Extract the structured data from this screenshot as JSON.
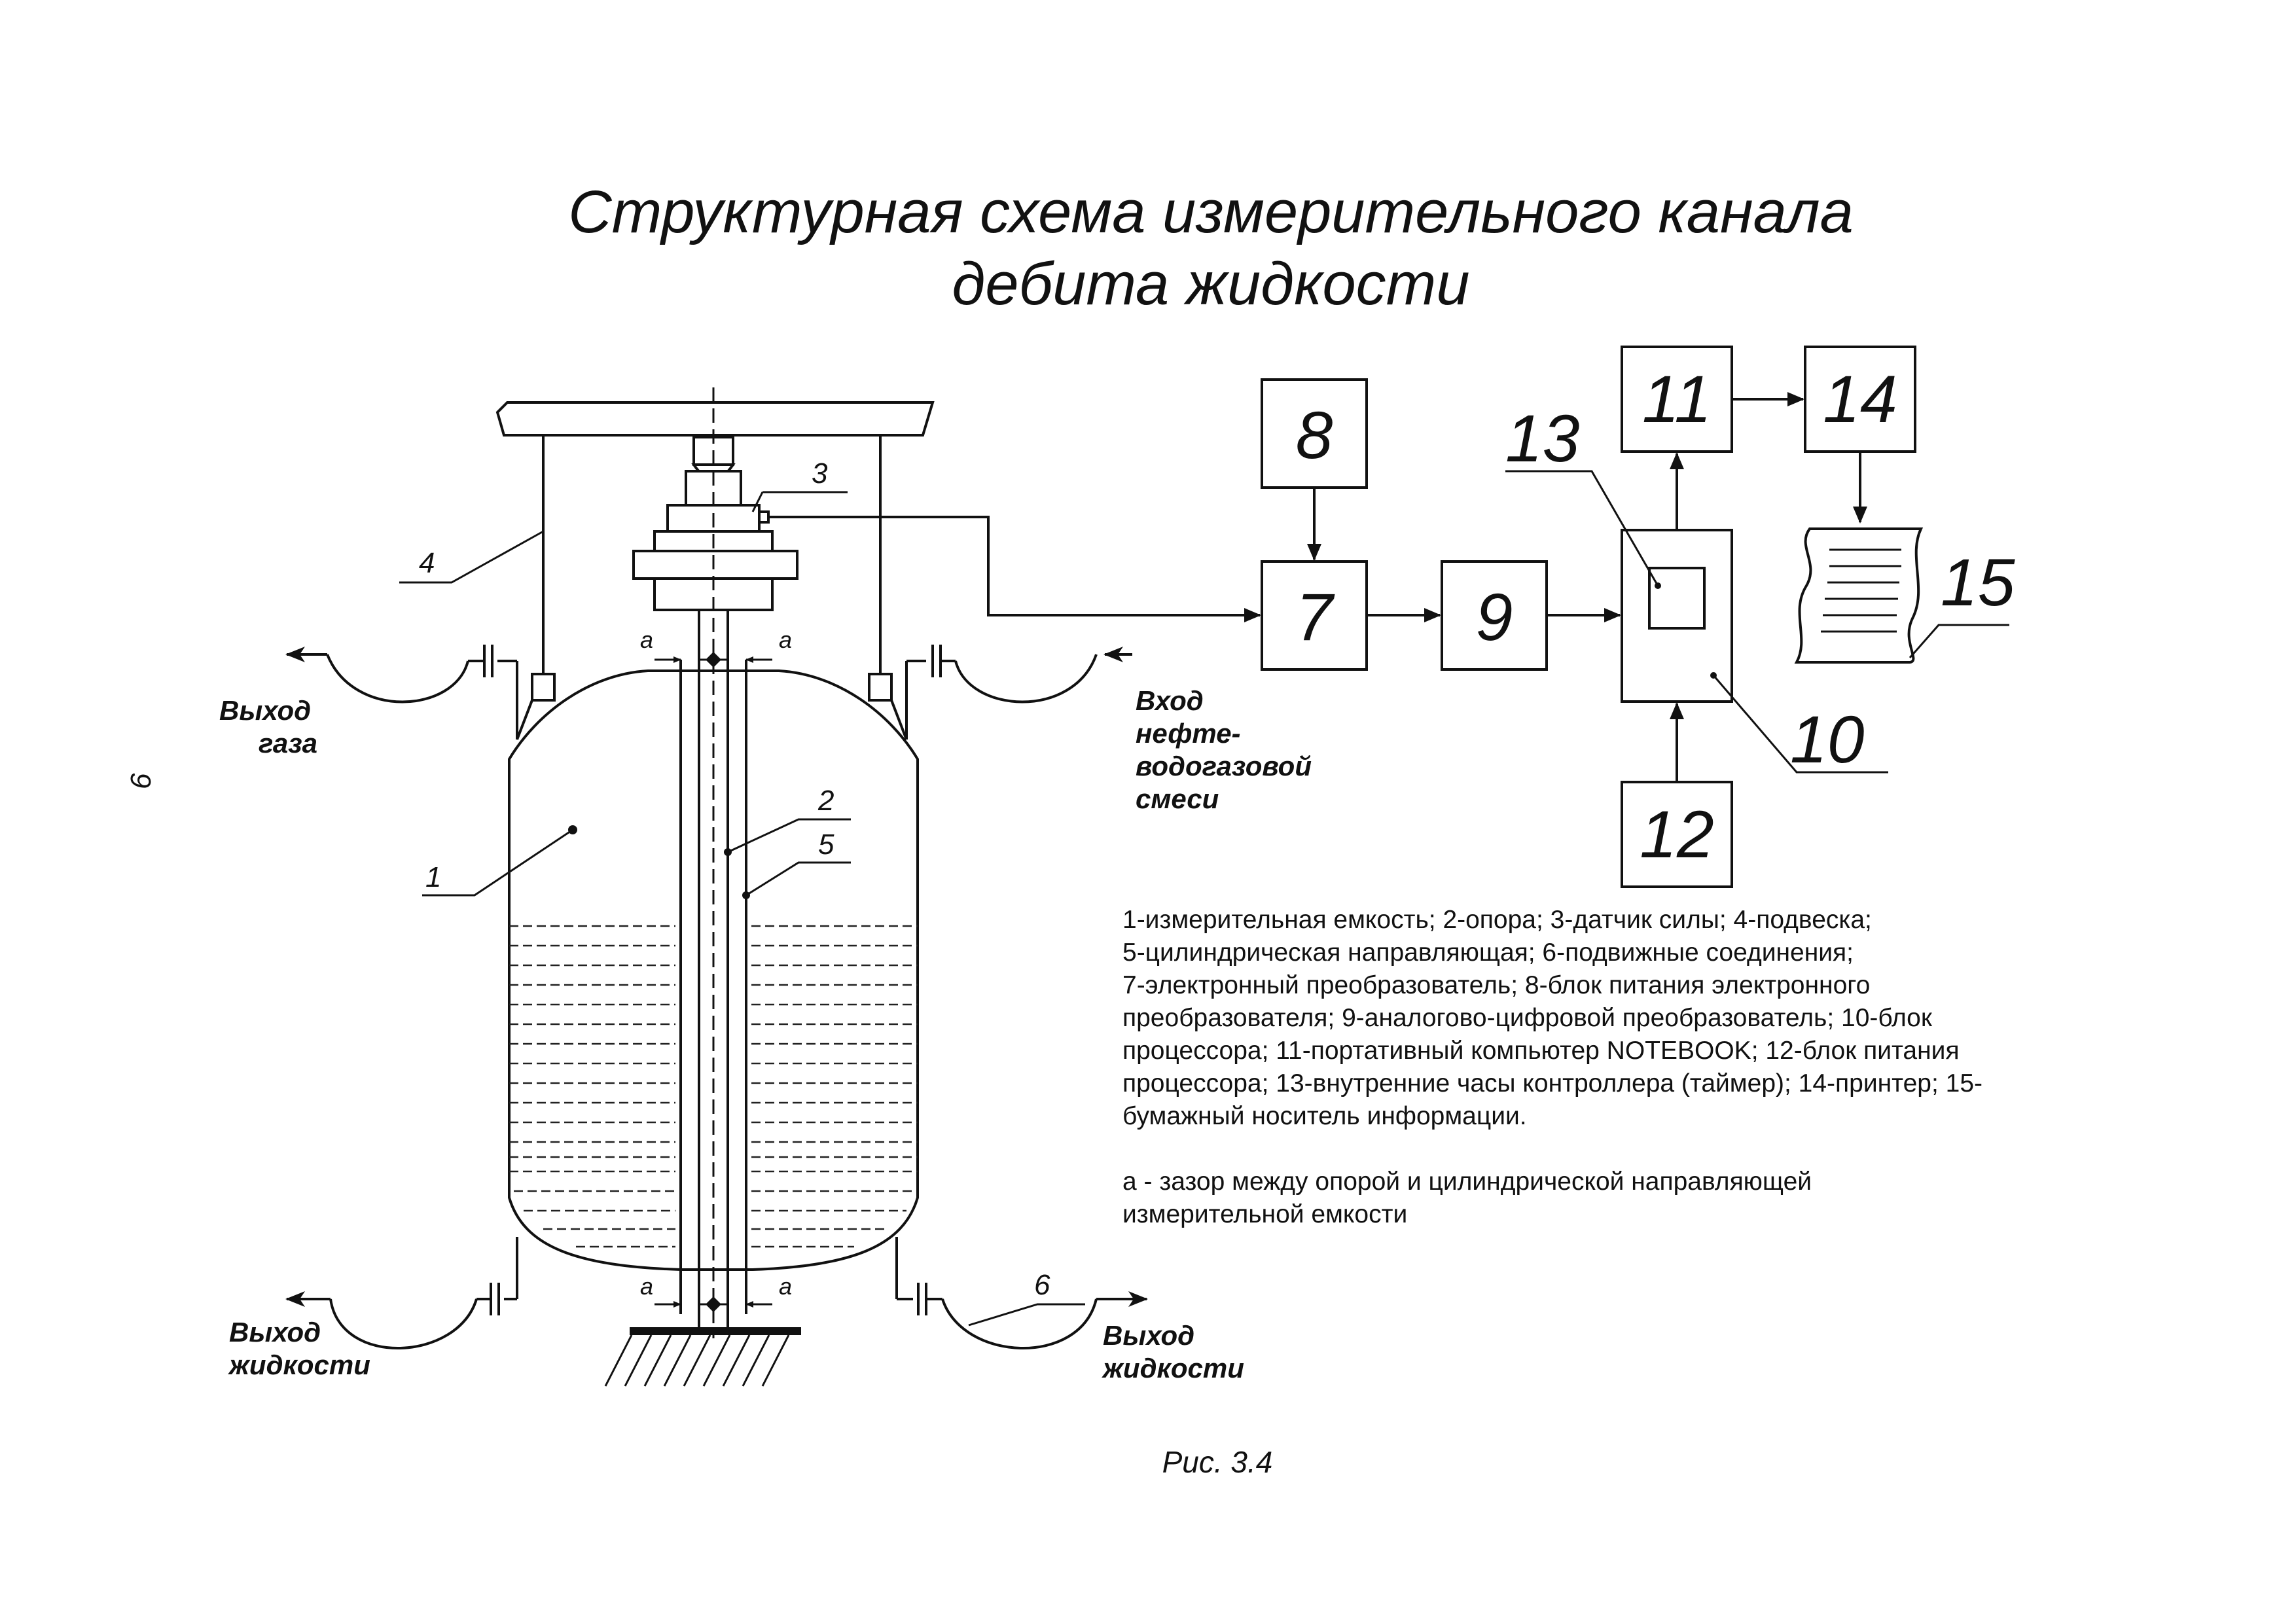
{
  "title": {
    "line1": "Структурная схема измерительного канала",
    "line2": "дебита жидкости"
  },
  "page_number": "9",
  "blocks": {
    "b7": "7",
    "b8": "8",
    "b9": "9",
    "b10": "10",
    "b11": "11",
    "b12": "12",
    "b13": "13",
    "b14": "14",
    "b15": "15"
  },
  "vessel_labels": {
    "l1": "1",
    "l2": "2",
    "l3": "3",
    "l4": "4",
    "l5": "5",
    "l6": "6",
    "gap": "a"
  },
  "flows": {
    "gas_out": [
      "Выход",
      "газа"
    ],
    "mix_in": [
      "Вход",
      "нефте-",
      "водогазовой",
      "смеси"
    ],
    "liquid_out_left": [
      "Выход",
      "жидкости"
    ],
    "liquid_out_right": [
      "Выход",
      "жидкости"
    ]
  },
  "legend": {
    "lines": [
      "1-измерительная емкость; 2-опора; 3-датчик силы; 4-подвеска;",
      "5-цилиндрическая направляющая; 6-подвижные соединения;",
      "7-электронный преобразователь; 8-блок питания электронного",
      "преобразователя; 9-аналогово-цифровой преобразователь; 10-блок",
      "процессора; 11-портативный компьютер NOTEBOOK; 12-блок питания",
      "процессора; 13-внутренние часы контроллера (таймер); 14-принтер; 15-",
      "бумажный носитель информации."
    ],
    "note": [
      "а - зазор между опорой и цилиндрической направляющей",
      "измерительной емкости"
    ]
  },
  "caption": "Рис. 3.4"
}
